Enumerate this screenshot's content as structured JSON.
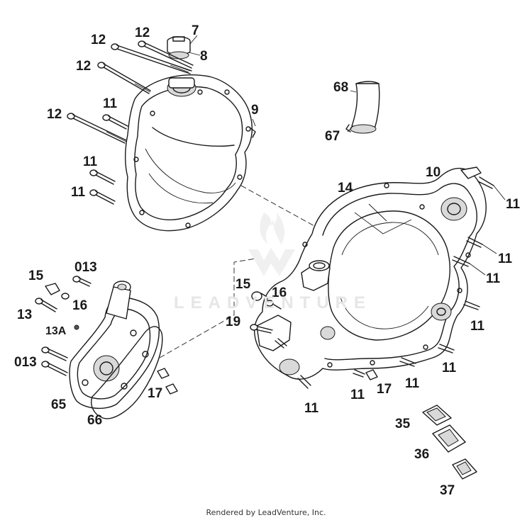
{
  "diagram": {
    "callouts": [
      {
        "id": "c-12a",
        "text": "12"
      },
      {
        "id": "c-12b",
        "text": "12"
      },
      {
        "id": "c-12c",
        "text": "12"
      },
      {
        "id": "c-12d",
        "text": "12"
      },
      {
        "id": "c-7",
        "text": "7"
      },
      {
        "id": "c-8",
        "text": "8"
      },
      {
        "id": "c-9",
        "text": "9"
      },
      {
        "id": "c-11a",
        "text": "11"
      },
      {
        "id": "c-11b",
        "text": "11"
      },
      {
        "id": "c-11c",
        "text": "11"
      },
      {
        "id": "c-68",
        "text": "68"
      },
      {
        "id": "c-67",
        "text": "67"
      },
      {
        "id": "c-10",
        "text": "10"
      },
      {
        "id": "c-14",
        "text": "14"
      },
      {
        "id": "c-11d",
        "text": "11"
      },
      {
        "id": "c-11e",
        "text": "11"
      },
      {
        "id": "c-11f",
        "text": "11"
      },
      {
        "id": "c-11g",
        "text": "11"
      },
      {
        "id": "c-11h",
        "text": "11"
      },
      {
        "id": "c-11i",
        "text": "11"
      },
      {
        "id": "c-11j",
        "text": "11"
      },
      {
        "id": "c-11k",
        "text": "11"
      },
      {
        "id": "c-17b",
        "text": "17"
      },
      {
        "id": "c-15a",
        "text": "15"
      },
      {
        "id": "c-013a",
        "text": "013"
      },
      {
        "id": "c-16a",
        "text": "16"
      },
      {
        "id": "c-13",
        "text": "13"
      },
      {
        "id": "c-13A",
        "text": "13A"
      },
      {
        "id": "c-013b",
        "text": "013"
      },
      {
        "id": "c-65",
        "text": "65"
      },
      {
        "id": "c-66",
        "text": "66"
      },
      {
        "id": "c-17a",
        "text": "17"
      },
      {
        "id": "c-15b",
        "text": "15"
      },
      {
        "id": "c-16b",
        "text": "16"
      },
      {
        "id": "c-19",
        "text": "19"
      },
      {
        "id": "c-35",
        "text": "35"
      },
      {
        "id": "c-36",
        "text": "36"
      },
      {
        "id": "c-37",
        "text": "37"
      }
    ],
    "watermark": "LEADVENTURE",
    "footer": "Rendered by LeadVenture, Inc."
  }
}
